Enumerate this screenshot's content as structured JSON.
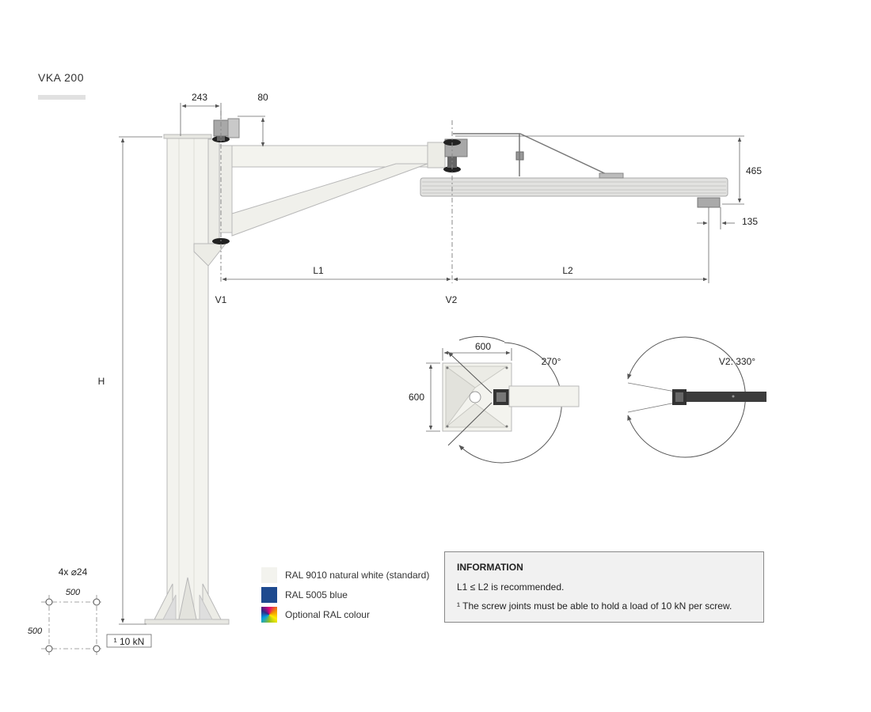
{
  "title": "VKA 200",
  "dimensions": {
    "top_left": "243",
    "top_mid": "80",
    "right_height": "465",
    "right_offset": "135",
    "l1": "L1",
    "l2": "L2",
    "v1": "V1",
    "v2": "V2",
    "height": "H",
    "base_w": "600",
    "base_h": "600",
    "angle_270": "270°",
    "angle_v2": "V2: 330°"
  },
  "bolt_plan": {
    "holes": "4x ⌀24",
    "spacing_x": "500",
    "spacing_y": "500",
    "load_label": "¹ 10 kN"
  },
  "legend": {
    "items": [
      {
        "label": "RAL 9010 natural white (standard)",
        "color": "#f3f3ee"
      },
      {
        "label": "RAL 5005 blue",
        "color": "#1e4a8f"
      },
      {
        "label": "Optional RAL colour",
        "color": "multicolor"
      }
    ]
  },
  "info": {
    "title": "INFORMATION",
    "line1": "L1 ≤ L2 is recommended.",
    "line2": "¹ The screw joints must be able to hold a load of 10 kN per screw."
  }
}
